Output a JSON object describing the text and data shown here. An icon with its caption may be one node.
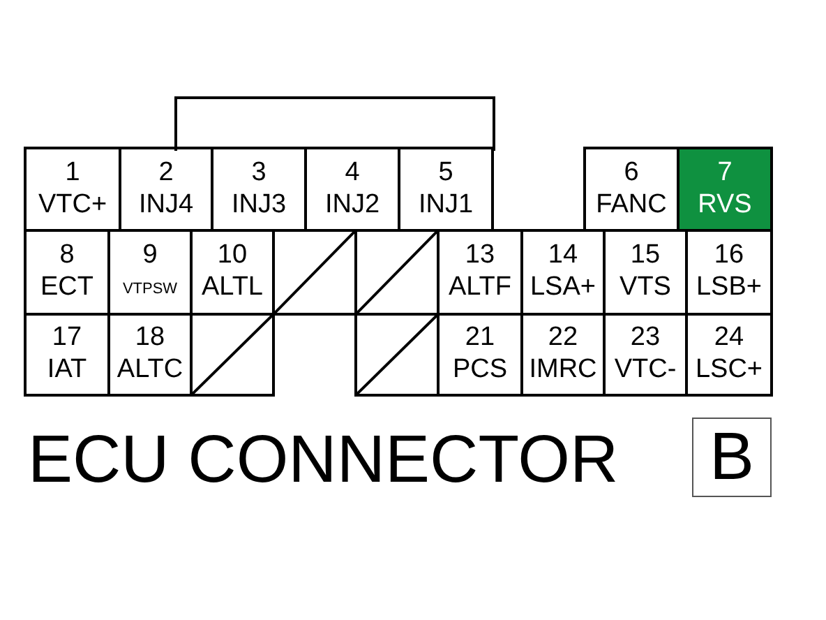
{
  "diagram": {
    "title": "ECU CONNECTOR",
    "nodes": [
      {
        "text": [
          "1",
          "VTC+"
        ]
      },
      {
        "text": [
          "2",
          "INJ4"
        ]
      },
      {
        "text": [
          "3",
          "INJ3"
        ]
      },
      {
        "text": [
          "4",
          "INJ2"
        ]
      },
      {
        "text": [
          "5",
          "INJ1"
        ]
      },
      {
        "text": [
          "6",
          "FANC"
        ]
      },
      {
        "text": [
          "7",
          "RVS"
        ]
      },
      {
        "text": [
          "8",
          "ECT"
        ]
      },
      {
        "text": [
          "9",
          "VTPSW"
        ]
      },
      {
        "text": [
          "10",
          "ALTL"
        ]
      },
      {
        "text": [],
        "shape": "box"
      },
      {
        "text": [],
        "shape": "box"
      },
      {
        "text": [
          "13",
          "ALTF"
        ]
      },
      {
        "text": [
          "14",
          "LSA+"
        ]
      },
      {
        "text": [
          "15",
          "VTS"
        ]
      },
      {
        "text": [
          "16",
          "LSB+"
        ]
      },
      {
        "text": [
          "17",
          "IAT"
        ]
      },
      {
        "text": [
          "18",
          "ALTC"
        ]
      },
      {
        "text": [],
        "shape": "box"
      },
      {
        "text": [],
        "shape": "box"
      },
      {
        "text": [
          "21",
          "PCS"
        ]
      },
      {
        "text": [
          "22",
          "IMRC"
        ]
      },
      {
        "text": [
          "23",
          "VTC-"
        ]
      },
      {
        "text": [
          "24",
          "LSC+"
        ]
      },
      {
        "text": [
          "B"
        ]
      },
      {
        "text": [],
        "shape": "box"
      }
    ]
  }
}
